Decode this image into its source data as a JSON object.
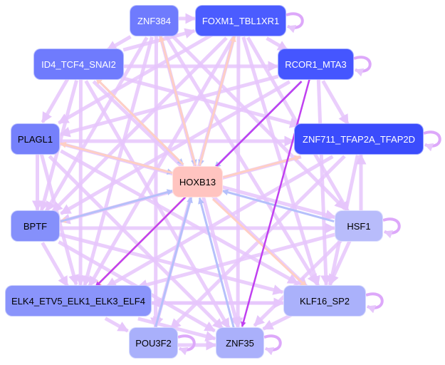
{
  "graph": {
    "nodes": [
      {
        "id": "ZNF384",
        "label": "ZNF384",
        "color": "#6f7bfd",
        "text": "#ffffff",
        "self_loop": false
      },
      {
        "id": "FOXM1",
        "label": "FOXM1_TBL1XR1",
        "color": "#4b5cff",
        "text": "#ffffff",
        "self_loop": true
      },
      {
        "id": "ID4",
        "label": "ID4_TCF4_SNAI2",
        "color": "#6f7bfd",
        "text": "#ffffff",
        "self_loop": false
      },
      {
        "id": "RCOR1",
        "label": "RCOR1_MTA3",
        "color": "#4556ff",
        "text": "#ffffff",
        "self_loop": true
      },
      {
        "id": "PLAGL1",
        "label": "PLAGL1",
        "color": "#7580fb",
        "text": "#000000",
        "self_loop": false
      },
      {
        "id": "ZNF711",
        "label": "ZNF711_TFAP2A_TFAP2D",
        "color": "#3b4cfc",
        "text": "#ffffff",
        "self_loop": true
      },
      {
        "id": "HOXB13",
        "label": "HOXB13",
        "color": "#ffc4c0",
        "text": "#000000",
        "self_loop": false
      },
      {
        "id": "BPTF",
        "label": "BPTF",
        "color": "#8590fb",
        "text": "#000000",
        "self_loop": false
      },
      {
        "id": "HSF1",
        "label": "HSF1",
        "color": "#b8bcfb",
        "text": "#000000",
        "self_loop": true
      },
      {
        "id": "ELK4",
        "label": "ELK4_ETV5_ELK1_ELK3_ELF4",
        "color": "#8a94fb",
        "text": "#000000",
        "self_loop": false
      },
      {
        "id": "KLF16",
        "label": "KLF16_SP2",
        "color": "#aab1fb",
        "text": "#000000",
        "self_loop": true
      },
      {
        "id": "POU3F2",
        "label": "POU3F2",
        "color": "#a9b0fb",
        "text": "#000000",
        "self_loop": true
      },
      {
        "id": "ZNF35",
        "label": "ZNF35",
        "color": "#aab0fb",
        "text": "#000000",
        "self_loop": true
      }
    ],
    "edge_colors": {
      "default": "#e6c6fb",
      "pink": "#ffcfc4",
      "blue": "#b5c0fb",
      "dark": "#c040f0"
    },
    "edges": [
      [
        "ZNF384",
        "FOXM1",
        "default"
      ],
      [
        "ZNF384",
        "HOXB13",
        "blue"
      ],
      [
        "HOXB13",
        "ZNF384",
        "pink"
      ],
      [
        "FOXM1",
        "HOXB13",
        "blue"
      ],
      [
        "HOXB13",
        "FOXM1",
        "pink"
      ],
      [
        "RCOR1",
        "HOXB13",
        "blue"
      ],
      [
        "ID4",
        "HOXB13",
        "blue"
      ],
      [
        "HOXB13",
        "ID4",
        "pink"
      ],
      [
        "PLAGL1",
        "HOXB13",
        "blue"
      ],
      [
        "HOXB13",
        "PLAGL1",
        "pink"
      ],
      [
        "HOXB13",
        "BPTF",
        "pink"
      ],
      [
        "BPTF",
        "HOXB13",
        "blue"
      ],
      [
        "HOXB13",
        "ELK4",
        "pink"
      ],
      [
        "POU3F2",
        "HOXB13",
        "blue"
      ],
      [
        "ZNF35",
        "HOXB13",
        "blue"
      ],
      [
        "HOXB13",
        "KLF16",
        "pink"
      ],
      [
        "HSF1",
        "HOXB13",
        "blue"
      ],
      [
        "HOXB13",
        "ZNF711",
        "pink"
      ],
      [
        "RCOR1",
        "ELK4",
        "dark"
      ],
      [
        "RCOR1",
        "ZNF35",
        "dark"
      ],
      [
        "ID4",
        "FOXM1",
        "default"
      ],
      [
        "ID4",
        "RCOR1",
        "default"
      ],
      [
        "ID4",
        "ZNF711",
        "default"
      ],
      [
        "ID4",
        "PLAGL1",
        "default"
      ],
      [
        "ID4",
        "KLF16",
        "default"
      ],
      [
        "ID4",
        "ZNF35",
        "default"
      ],
      [
        "ID4",
        "ELK4",
        "default"
      ],
      [
        "ID4",
        "BPTF",
        "default"
      ],
      [
        "ZNF384",
        "ELK4",
        "default"
      ],
      [
        "ZNF384",
        "BPTF",
        "default"
      ],
      [
        "ZNF384",
        "KLF16",
        "default"
      ],
      [
        "ZNF384",
        "ZNF35",
        "default"
      ],
      [
        "ZNF384",
        "POU3F2",
        "default"
      ],
      [
        "ZNF384",
        "ID4",
        "default"
      ],
      [
        "ZNF384",
        "HSF1",
        "default"
      ],
      [
        "FOXM1",
        "PLAGL1",
        "default"
      ],
      [
        "FOXM1",
        "ELK4",
        "default"
      ],
      [
        "FOXM1",
        "BPTF",
        "default"
      ],
      [
        "FOXM1",
        "KLF16",
        "default"
      ],
      [
        "FOXM1",
        "HSF1",
        "default"
      ],
      [
        "FOXM1",
        "ZNF35",
        "default"
      ],
      [
        "FOXM1",
        "POU3F2",
        "default"
      ],
      [
        "FOXM1",
        "RCOR1",
        "default"
      ],
      [
        "RCOR1",
        "ZNF711",
        "default"
      ],
      [
        "RCOR1",
        "PLAGL1",
        "default"
      ],
      [
        "RCOR1",
        "BPTF",
        "default"
      ],
      [
        "RCOR1",
        "KLF16",
        "default"
      ],
      [
        "PLAGL1",
        "ZNF711",
        "default"
      ],
      [
        "PLAGL1",
        "HSF1",
        "default"
      ],
      [
        "PLAGL1",
        "BPTF",
        "default"
      ],
      [
        "PLAGL1",
        "ELK4",
        "default"
      ],
      [
        "PLAGL1",
        "ZNF35",
        "default"
      ],
      [
        "PLAGL1",
        "KLF16",
        "default"
      ],
      [
        "ZNF711",
        "ELK4",
        "default"
      ],
      [
        "ZNF711",
        "BPTF",
        "default"
      ],
      [
        "ZNF711",
        "KLF16",
        "default"
      ],
      [
        "ZNF711",
        "POU3F2",
        "default"
      ],
      [
        "BPTF",
        "HSF1",
        "default"
      ],
      [
        "BPTF",
        "ZNF35",
        "default"
      ],
      [
        "BPTF",
        "KLF16",
        "default"
      ],
      [
        "BPTF",
        "ELK4",
        "default"
      ],
      [
        "HSF1",
        "ELK4",
        "default"
      ],
      [
        "HSF1",
        "KLF16",
        "default"
      ],
      [
        "HSF1",
        "ZNF35",
        "default"
      ],
      [
        "HSF1",
        "ZNF711",
        "default"
      ],
      [
        "ELK4",
        "KLF16",
        "default"
      ],
      [
        "ELK4",
        "ZNF35",
        "default"
      ],
      [
        "ELK4",
        "POU3F2",
        "default"
      ],
      [
        "POU3F2",
        "ZNF35",
        "default"
      ],
      [
        "KLF16",
        "ZNF35",
        "default"
      ],
      [
        "KLF16",
        "ELK4",
        "default"
      ]
    ]
  }
}
